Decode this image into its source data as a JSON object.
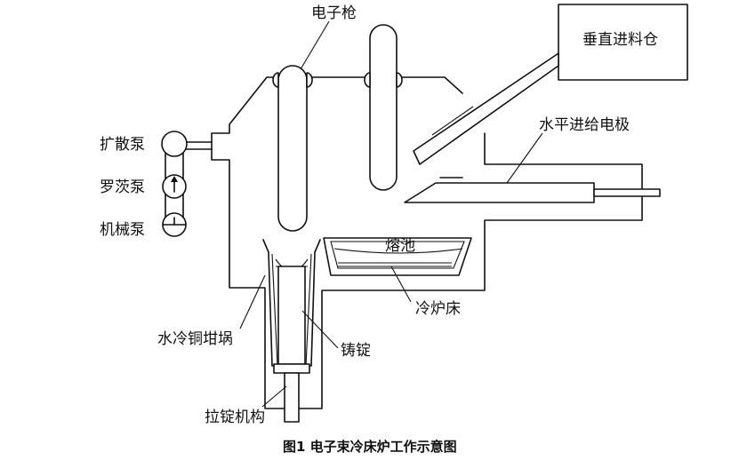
{
  "labels": {
    "electron_gun": "电子枪",
    "vertical_feed_bin": "垂直进料仓",
    "horizontal_feed_electrode": "水平进给电极",
    "diffusion_pump": "扩散泵",
    "roots_pump": "罗茨泵",
    "mechanical_pump": "机械泵",
    "melt_pool": "熔池",
    "cold_hearth": "冷炉床",
    "water_cooled_copper_crucible": "水冷铜坩埚",
    "ingot": "铸锭",
    "ingot_pulling_mechanism": "拉锭机构"
  },
  "caption": "图1  电子束冷床炉工作示意图"
}
